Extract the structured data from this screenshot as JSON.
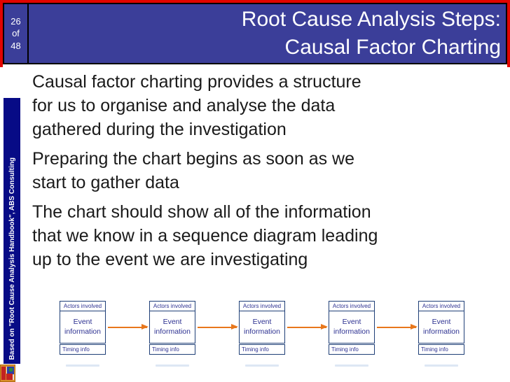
{
  "page": {
    "counter": {
      "current": "26",
      "separator": "of",
      "total": "48"
    },
    "title": {
      "line1": "Root Cause Analysis Steps:",
      "line2": "Causal Factor Charting"
    },
    "sidebar": {
      "attribution": "Based on \"Root Cause Analysis Handbook\", ABS Consulting"
    },
    "body": {
      "paragraphs": [
        "Causal factor charting provides a structure\nfor us to organise and analyse the data\ngathered during the investigation",
        "Preparing the chart begins as soon as we\nstart to gather data",
        "The chart should show all of the information\nthat we know in a sequence diagram leading\nup to the event we are investigating"
      ]
    },
    "diagram": {
      "boxes": [
        {
          "actors": "Actors involved",
          "event": "Event information",
          "timing": "Timing info"
        },
        {
          "actors": "Actors involved",
          "event": "Event information",
          "timing": "Timing info"
        },
        {
          "actors": "Actors involved",
          "event": "Event information",
          "timing": "Timing info"
        },
        {
          "actors": "Actors involved",
          "event": "Event information",
          "timing": "Timing info"
        },
        {
          "actors": "Actors involved",
          "event": "Event information",
          "timing": "Timing info"
        }
      ]
    },
    "colors": {
      "header_blue": "#3B3E99",
      "sidebar_navy": "#070B86",
      "frame_red": "#E20400",
      "box_border": "#1F3F77",
      "box_text": "#2D3191",
      "arrow_orange": "#E8771C",
      "body_text": "#1A1A1A"
    }
  }
}
